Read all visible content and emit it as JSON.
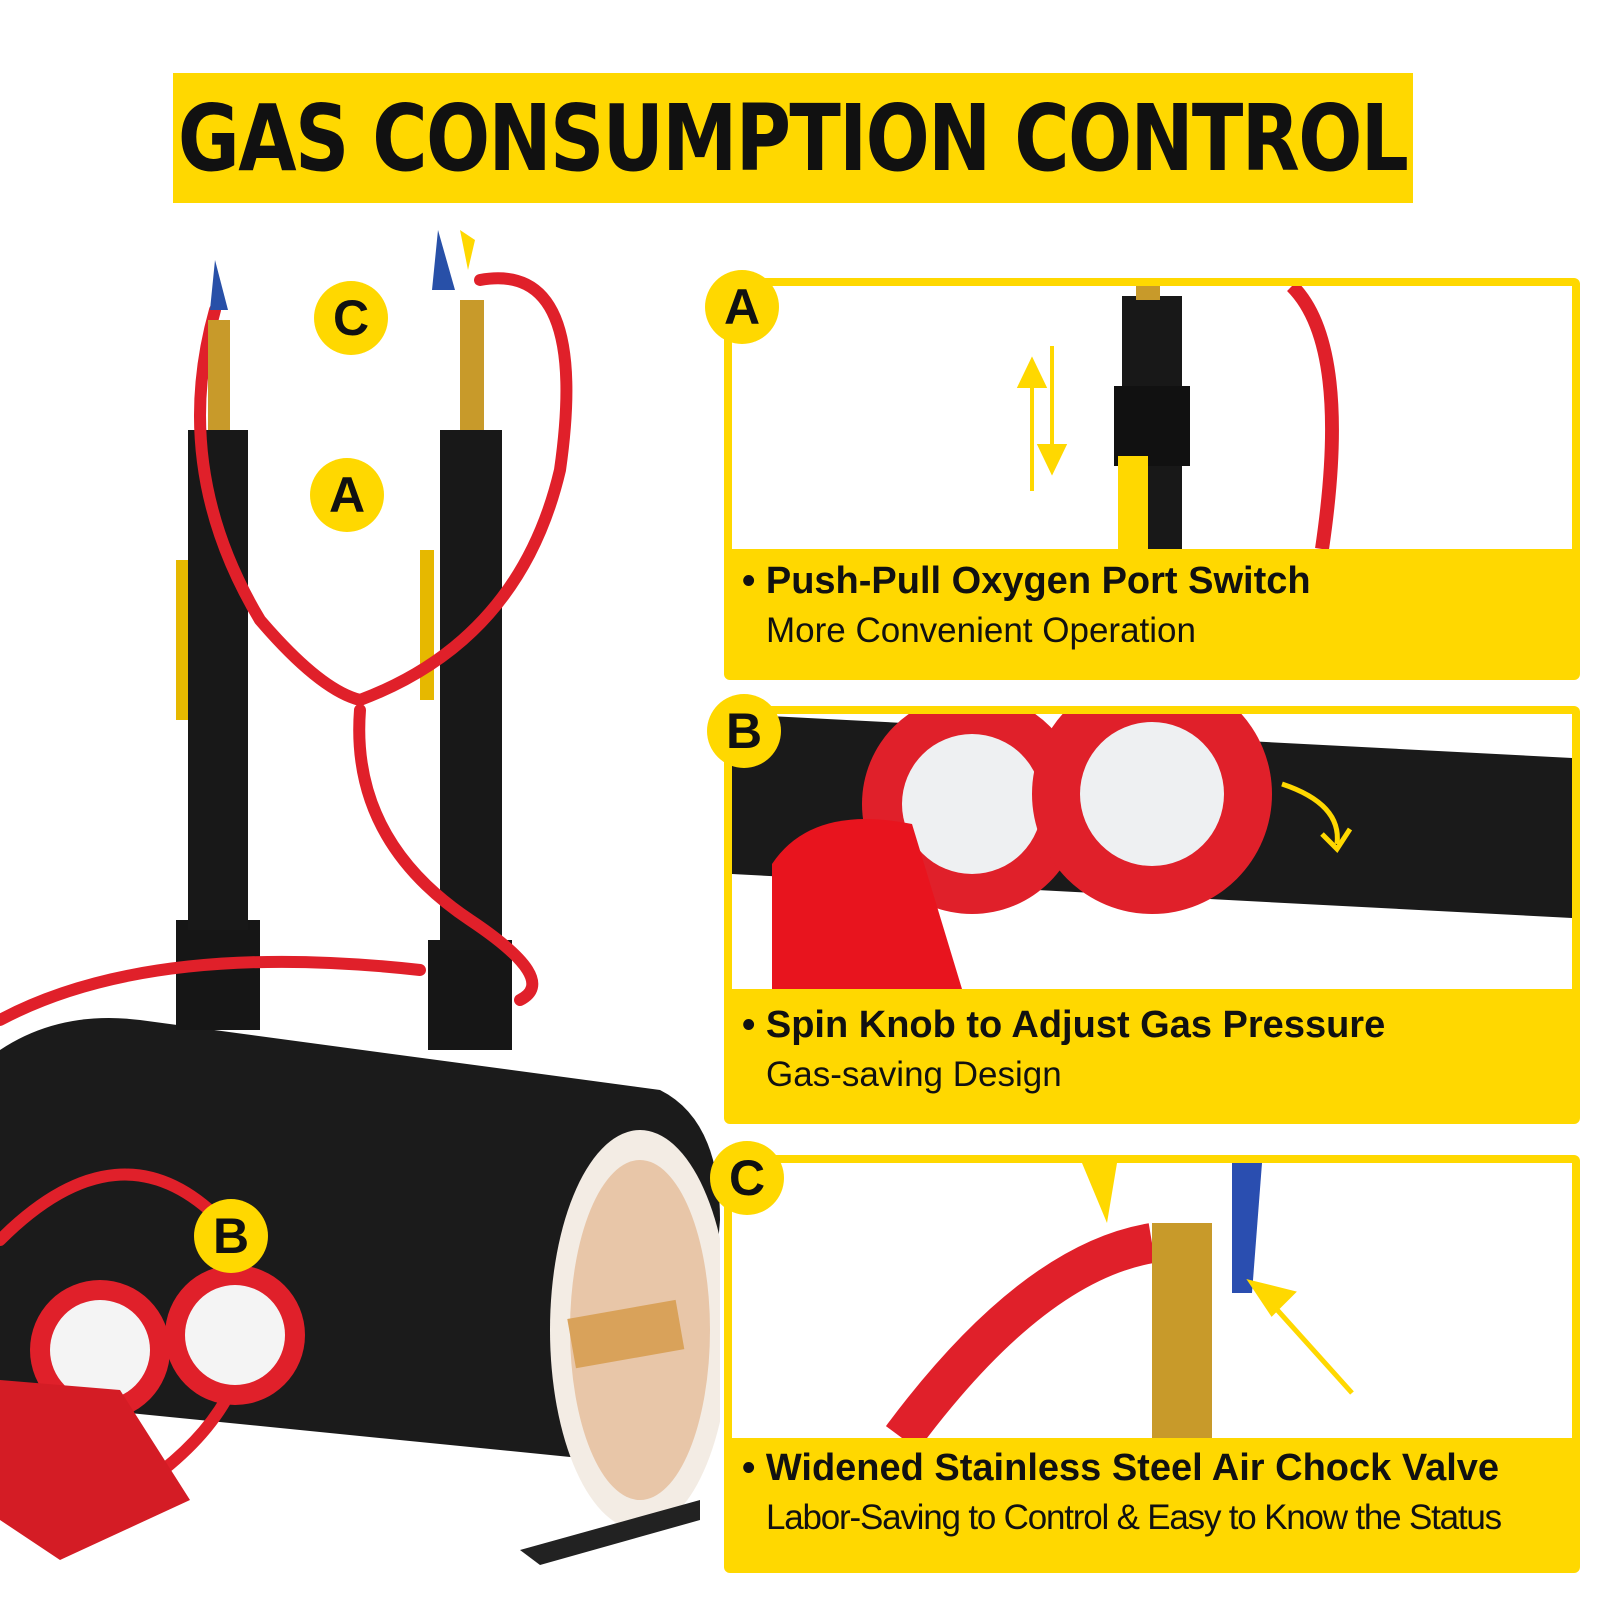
{
  "title": "GAS CONSUMPTION CONTROL",
  "product_labels": {
    "a": "A",
    "b": "B",
    "c": "C"
  },
  "panels": [
    {
      "badge": "A",
      "title": "Push-Pull Oxygen Port Switch",
      "subtitle": "More Convenient Operation"
    },
    {
      "badge": "B",
      "title": "Spin Knob to Adjust Gas Pressure",
      "subtitle": "Gas-saving Design"
    },
    {
      "badge": "C",
      "title": "Widened Stainless Steel Air Chock Valve",
      "subtitle": "Labor-Saving to Control & Easy to Know the Status"
    }
  ],
  "colors": {
    "accent": "#ffd800",
    "hose": "#e0202a",
    "body": "#1a1a1a"
  }
}
